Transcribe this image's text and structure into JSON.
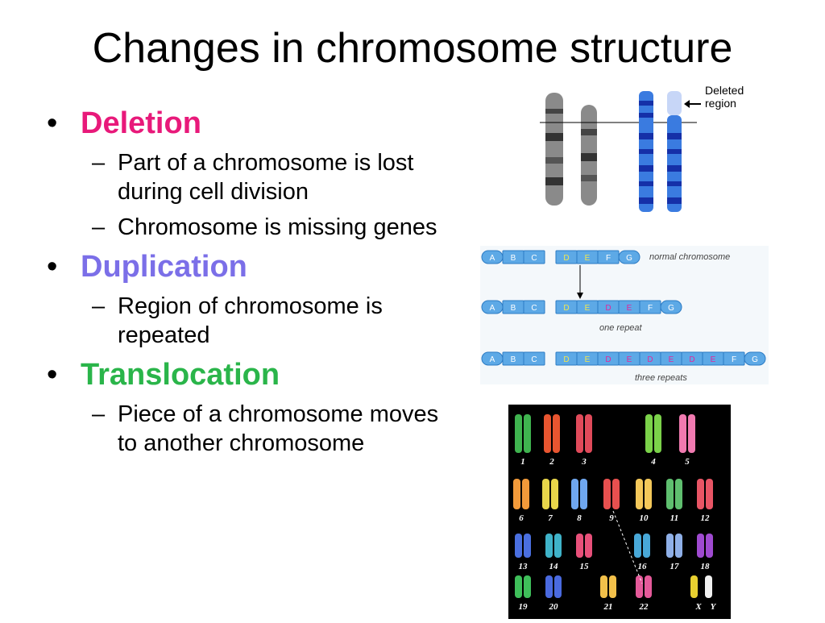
{
  "slide": {
    "title": "Changes in chromosome structure",
    "colors": {
      "deletion": "#e8197a",
      "duplication": "#7b6fe8",
      "translocation": "#2ab54a"
    },
    "bullets": [
      {
        "heading": "Deletion",
        "subs": [
          "Part of a chromosome is lost during cell division",
          "Chromosome is missing genes"
        ]
      },
      {
        "heading": "Duplication",
        "subs": [
          "Region of chromosome is repeated"
        ]
      },
      {
        "heading": "Translocation",
        "subs": [
          "Piece of a chromosome moves to another chromosome"
        ]
      }
    ]
  },
  "deletion_figure": {
    "label_line1": "Deleted",
    "label_line2": "region"
  },
  "duplication_figure": {
    "normal_label": "normal chromosome",
    "one_repeat_label": "one repeat",
    "three_repeats_label": "three repeats",
    "row1": [
      "A",
      "B",
      "C",
      "D",
      "E",
      "F",
      "G"
    ],
    "row2": [
      "A",
      "B",
      "C",
      "D",
      "E",
      "D",
      "E",
      "F",
      "G"
    ],
    "row3": [
      "A",
      "B",
      "C",
      "D",
      "E",
      "D",
      "E",
      "D",
      "E",
      "D",
      "E",
      "F",
      "G"
    ]
  },
  "karyotype_figure": {
    "labels": [
      "1",
      "2",
      "3",
      "4",
      "5",
      "6",
      "7",
      "8",
      "9",
      "10",
      "11",
      "12",
      "13",
      "14",
      "15",
      "16",
      "17",
      "18",
      "19",
      "20",
      "21",
      "22",
      "X",
      "Y"
    ]
  }
}
